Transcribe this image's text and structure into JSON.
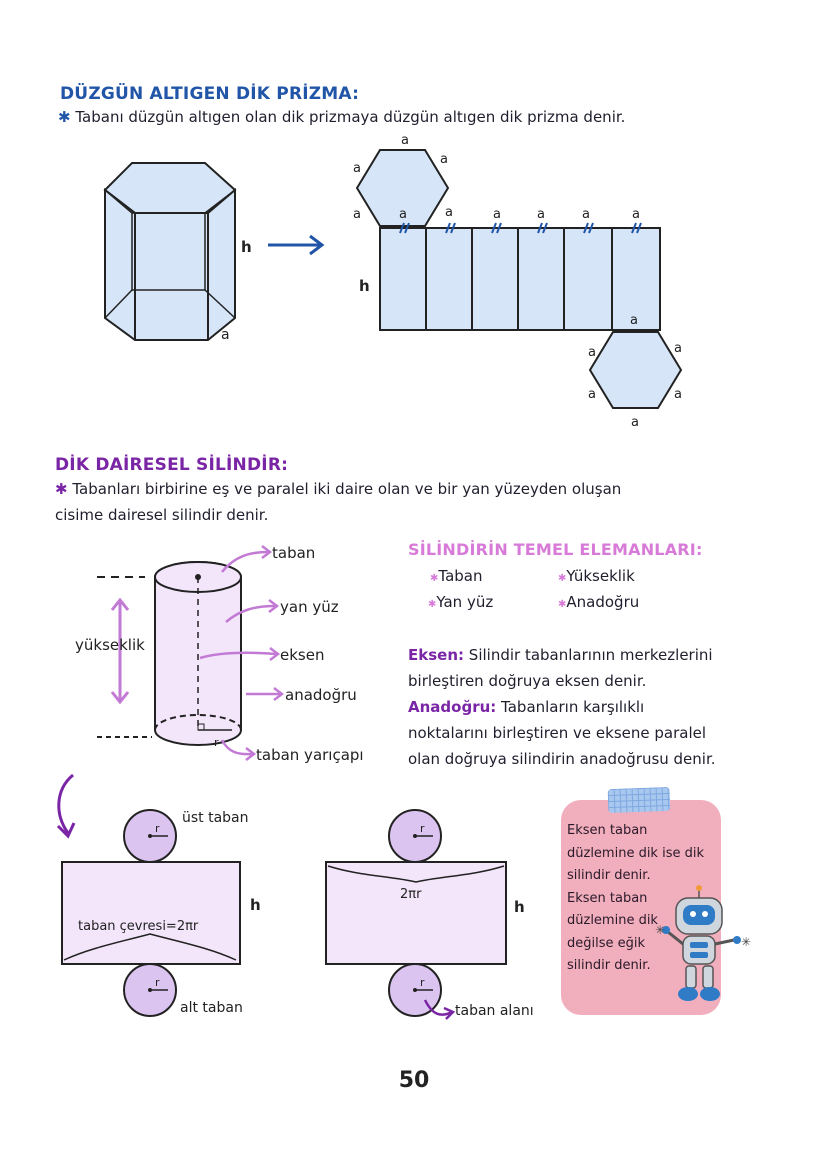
{
  "prism": {
    "title": "DÜZGÜN ALTIGEN DİK PRİZMA:",
    "definition": "Tabanı düzgün altıgen olan dik prizmaya düzgün altıgen dik prizma denir.",
    "label_h": "h",
    "label_a": "a"
  },
  "cylinder": {
    "title": "DİK DAİRESEL SİLİNDİR:",
    "definition_line1": "Tabanları birbirine eş ve paralel iki daire olan ve bir yan yüzeyden oluşan",
    "definition_line2": "cisime dairesel silindir denir.",
    "labels": {
      "taban": "taban",
      "yan_yuz": "yan yüz",
      "eksen": "eksen",
      "anadogru": "anadoğru",
      "taban_yaricapi": "taban yarıçapı",
      "yukseklik": "yükseklik",
      "r": "r"
    },
    "elements_title": "SİLİNDİRİN TEMEL ELEMANLARI:",
    "elements": [
      "Taban",
      "Yükseklik",
      "Yan yüz",
      "Anadoğru"
    ],
    "eksen_term": "Eksen:",
    "eksen_line1": "Silindir tabanlarının merkezlerini",
    "eksen_line2": "birleştiren doğruya eksen denir.",
    "anadogru_term": "Anadoğru:",
    "anadogru_line1": "Tabanların karşılıklı",
    "anadogru_line2": "noktalarını birleştiren ve eksene paralel",
    "anadogru_line3": "olan doğruya silindirin anadoğrusu denir."
  },
  "net": {
    "ust_taban": "üst taban",
    "alt_taban": "alt taban",
    "taban_cevresi": "taban çevresi=2πr",
    "two_pi_r": "2πr",
    "taban_alani": "taban alanı",
    "h": "h",
    "r": "r"
  },
  "note": {
    "lines": [
      "Eksen taban",
      "düzlemine dik ise dik",
      "silindir denir.",
      "Eksen taban",
      "düzlemine dik",
      "değilse eğik",
      "silindir denir."
    ]
  },
  "page_number": "50",
  "colors": {
    "blue_heading": "#2155a7",
    "purple_heading": "#7a25a6",
    "pink_heading": "#d77ad8",
    "prism_fill": "#d6e6f8",
    "cylinder_fill": "#f3e6fb",
    "circle_fill": "#dcc4f0",
    "note_card": "#f1aebd"
  },
  "icons": [
    "star-bullet-icon",
    "arrow-right-icon",
    "robot-icon",
    "curved-arrow-icon"
  ]
}
